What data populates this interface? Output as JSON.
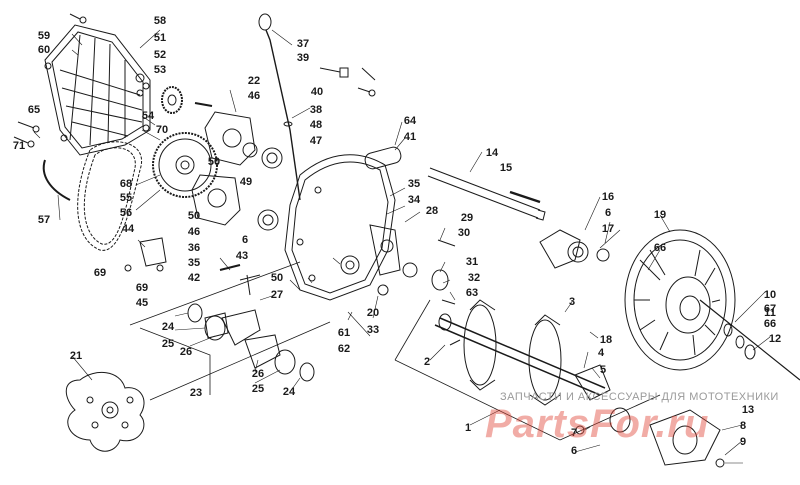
{
  "callouts": [
    "59",
    "60",
    "58",
    "51",
    "52",
    "53",
    "37",
    "39",
    "40",
    "22",
    "46",
    "38",
    "48",
    "47",
    "64",
    "41",
    "65",
    "54",
    "70",
    "71",
    "50",
    "14",
    "15",
    "68",
    "55",
    "49",
    "35",
    "34",
    "28",
    "29",
    "30",
    "56",
    "50",
    "46",
    "36",
    "57",
    "44",
    "35",
    "42",
    "43",
    "6",
    "16",
    "6",
    "17",
    "19",
    "66",
    "69",
    "45",
    "69",
    "31",
    "32",
    "63",
    "50",
    "27",
    "20",
    "33",
    "24",
    "25",
    "26",
    "61",
    "62",
    "11",
    "10",
    "67",
    "66",
    "12",
    "3",
    "18",
    "21",
    "2",
    "23",
    "26",
    "25",
    "24",
    "4",
    "5",
    "1",
    "7",
    "6",
    "8",
    "9",
    "13"
  ],
  "watermark": {
    "caption": "ЗАПЧАСТИ И АКСЕССУАРЫ ДЛЯ МОТОТЕХНИКИ",
    "logo": "PartsFor.ru"
  }
}
